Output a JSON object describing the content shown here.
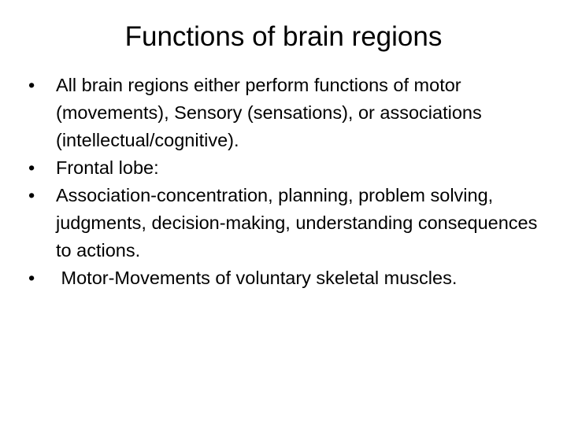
{
  "slide": {
    "title": "Functions of brain regions",
    "bullet_symbol": "•",
    "bullets": [
      "All brain regions either perform functions of motor (movements), Sensory (sensations), or associations (intellectual/cognitive).",
      "Frontal lobe:",
      "Association-concentration, planning, problem solving, judgments, decision-making, understanding consequences to actions.",
      " Motor-Movements of voluntary skeletal muscles."
    ]
  }
}
